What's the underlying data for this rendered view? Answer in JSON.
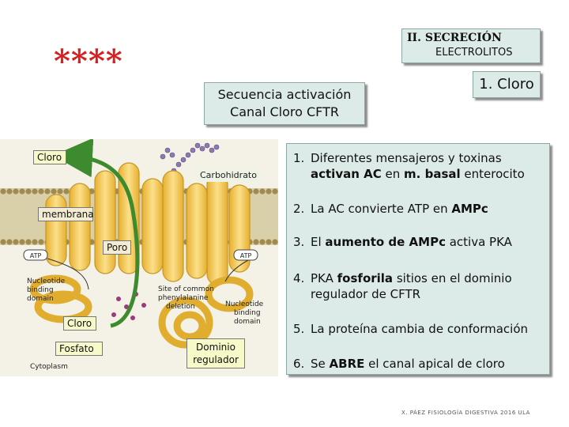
{
  "header": {
    "section_line1": "II. SECRECIÓN",
    "section_line2": "ELECTROLITOS",
    "stars": "****",
    "topic": "1. Cloro",
    "title_line1": "Secuencia activación",
    "title_line2": "Canal Cloro CFTR"
  },
  "diagram": {
    "labels": {
      "cloro_top": "Cloro",
      "carbohidrato": "Carbohidrato",
      "membrana": "membrana",
      "poro": "Poro",
      "cloro_bottom": "Cloro",
      "fosfato": "Fosfato",
      "dominio_line1": "Dominio",
      "dominio_line2": "regulador",
      "atp_left": "ATP",
      "atp_right": "ATP",
      "nbd_left_1": "Nucleotide",
      "nbd_left_2": "binding",
      "nbd_left_3": "domain",
      "nbd_right_1": "Nucleotide",
      "nbd_right_2": "binding",
      "nbd_right_3": "domain",
      "site_1": "Site of common",
      "site_2": "phenylalanine",
      "site_3": "deletion",
      "cytoplasm": "Cytoplasm"
    },
    "colors": {
      "membrane": "#b8a36a",
      "protein": "#f2c64a",
      "protein_edge": "#c79624",
      "arrow": "#3e8a2e",
      "phosphate": "#9c3b7a"
    }
  },
  "steps": [
    {
      "num": "1.",
      "parts": [
        [
          "Diferentes mensajeros y toxinas ",
          false
        ],
        [
          "activan AC",
          true
        ],
        [
          " en ",
          false
        ],
        [
          "m. basal",
          true
        ],
        [
          " enterocito",
          false
        ]
      ]
    },
    {
      "num": "2.",
      "parts": [
        [
          "La AC convierte ATP en ",
          false
        ],
        [
          "AMPc",
          true
        ]
      ]
    },
    {
      "num": "3.",
      "parts": [
        [
          "El ",
          false
        ],
        [
          "aumento de AMPc",
          true
        ],
        [
          " activa PKA",
          false
        ]
      ]
    },
    {
      "num": "4.",
      "parts": [
        [
          "PKA ",
          false
        ],
        [
          "fosforila",
          true
        ],
        [
          " sitios en el dominio regulador de CFTR",
          false
        ]
      ]
    },
    {
      "num": "5.",
      "parts": [
        [
          "La proteína cambia de conformación",
          false
        ]
      ]
    },
    {
      "num": "6.",
      "parts": [
        [
          "Se ",
          false
        ],
        [
          "ABRE",
          true
        ],
        [
          " el canal apical de cloro",
          false
        ]
      ]
    }
  ],
  "footer": "X. PÁEZ  FISIOLOGÍA DIGESTIVA 2016  ULA"
}
